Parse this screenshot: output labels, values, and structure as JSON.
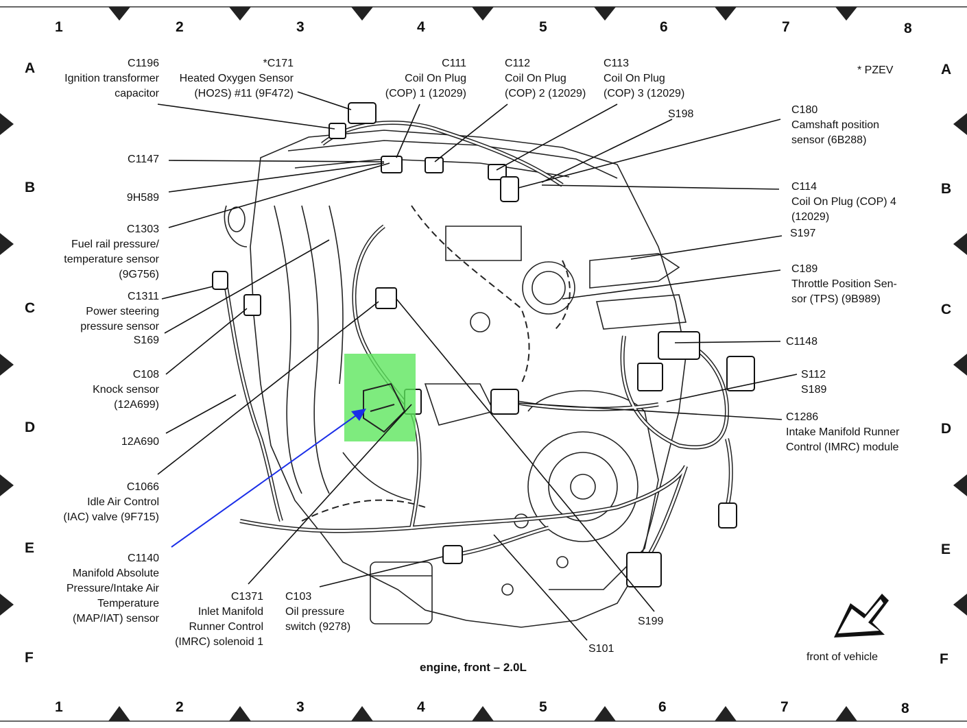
{
  "grid": {
    "columns": [
      "1",
      "2",
      "3",
      "4",
      "5",
      "6",
      "7",
      "8"
    ],
    "rows": [
      "A",
      "B",
      "C",
      "D",
      "E",
      "F"
    ]
  },
  "note": "* PZEV",
  "caption": "engine, front – 2.0L",
  "front_label": "front of vehicle",
  "labels": {
    "c1196": [
      "C1196",
      "Ignition transformer",
      "capacitor"
    ],
    "c171": [
      "*C171",
      "Heated Oxygen Sensor",
      "(HO2S) #11 (9F472)"
    ],
    "c111": [
      "C111",
      "Coil On Plug",
      "(COP) 1 (12029)"
    ],
    "c112": [
      "C112",
      "Coil On Plug",
      "(COP) 2 (12029)"
    ],
    "c113": [
      "C113",
      "Coil On Plug",
      "(COP) 3 (12029)"
    ],
    "s198": [
      "S198"
    ],
    "c180": [
      "C180",
      "Camshaft position",
      "sensor (6B288)"
    ],
    "c1147": [
      "C1147"
    ],
    "h589": [
      "9H589"
    ],
    "c114": [
      "C114",
      "Coil On Plug (COP) 4",
      "(12029)"
    ],
    "s197": [
      "S197"
    ],
    "c1303": [
      "C1303",
      "Fuel rail pressure/",
      "temperature sensor",
      "(9G756)"
    ],
    "c1311": [
      "C1311",
      "Power steering",
      "pressure sensor"
    ],
    "s169": [
      "S169"
    ],
    "c189": [
      "C189",
      "Throttle Position Sen-",
      "sor (TPS) (9B989)"
    ],
    "c1148": [
      "C1148"
    ],
    "c108": [
      "C108",
      "Knock sensor",
      "(12A699)"
    ],
    "s112": [
      "S112",
      "S189"
    ],
    "a690": [
      "12A690"
    ],
    "c1286": [
      "C1286",
      "Intake Manifold Runner",
      "Control (IMRC) module"
    ],
    "c1066": [
      "C1066",
      "Idle Air Control",
      "(IAC) valve (9F715)"
    ],
    "c1140": [
      "C1140",
      "Manifold Absolute",
      "Pressure/Intake Air",
      "Temperature",
      "(MAP/IAT) sensor"
    ],
    "c1371": [
      "C1371",
      "Inlet Manifold",
      "Runner Control",
      "(IMRC) solenoid 1"
    ],
    "c103": [
      "C103",
      "Oil pressure",
      "switch (9278)"
    ],
    "s199": [
      "S199"
    ],
    "s101": [
      "S101"
    ]
  },
  "colors": {
    "highlight": "#5ee65e",
    "pointer": "#1a2ee8",
    "ink": "#111111"
  }
}
